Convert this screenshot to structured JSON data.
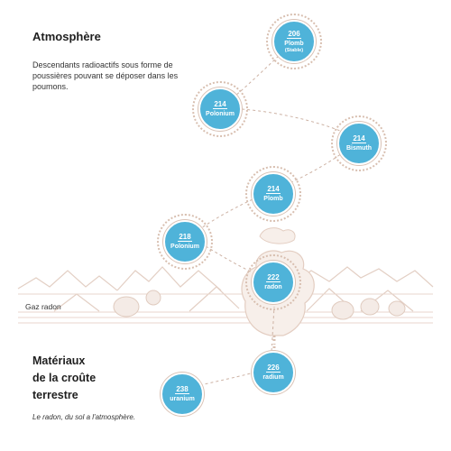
{
  "atmosphere": {
    "title": "Atmosphère",
    "description": "Descendants radioactifs sous forme de poussières pouvant se déposer dans les poumons."
  },
  "gas_label": "Gaz radon",
  "materials_label_lines": [
    "Matériaux",
    "de la croûte",
    "terrestre"
  ],
  "caption": "Le radon, du sol a l'atmosphère.",
  "colors": {
    "node_fill": "#4fb3d9",
    "ring": "#d8bfb0",
    "landscape": "#e8d6cc",
    "path": "#cdb2a4"
  },
  "chain": [
    {
      "id": "uranium",
      "number": "238",
      "name": "uranium",
      "sub": ""
    },
    {
      "id": "radium",
      "number": "226",
      "name": "radium",
      "sub": ""
    },
    {
      "id": "radon",
      "number": "222",
      "name": "radon",
      "sub": ""
    },
    {
      "id": "polonium-218",
      "number": "218",
      "name": "Polonium",
      "sub": ""
    },
    {
      "id": "plomb-214",
      "number": "214",
      "name": "Plomb",
      "sub": ""
    },
    {
      "id": "bismuth-214",
      "number": "214",
      "name": "Bismuth",
      "sub": ""
    },
    {
      "id": "polonium-214",
      "number": "214",
      "name": "Polonium",
      "sub": ""
    },
    {
      "id": "plomb-206",
      "number": "206",
      "name": "Plomb",
      "sub": "(Stable)"
    }
  ]
}
